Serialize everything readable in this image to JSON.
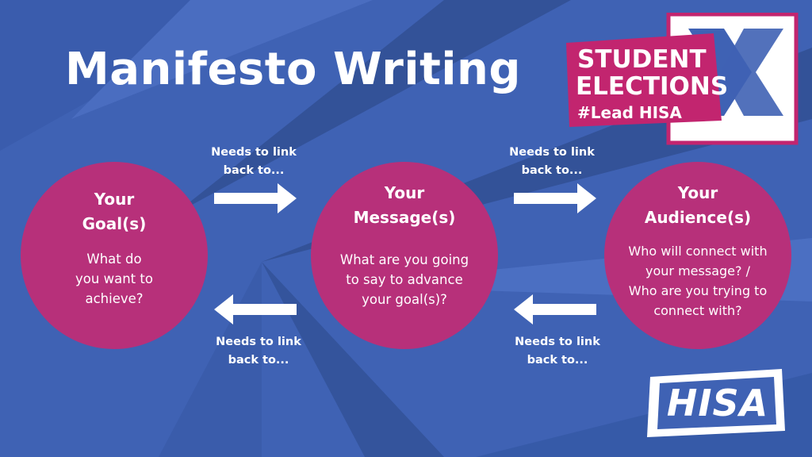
{
  "slide": {
    "title": "Manifesto Writing"
  },
  "circles": [
    {
      "heading_lines": [
        "Your",
        "Goal(s)"
      ],
      "body_lines": [
        "What do",
        "you want to",
        "achieve?"
      ]
    },
    {
      "heading_lines": [
        "Your",
        "Message(s)"
      ],
      "body_lines": [
        "What are you going",
        "to say to advance",
        "your goal(s)?"
      ]
    },
    {
      "heading_lines": [
        "Your",
        "Audience(s)"
      ],
      "body_lines": [
        "Who will connect with",
        "your message? /",
        "Who are you trying to",
        "connect with?"
      ]
    }
  ],
  "links": [
    {
      "direction": "right",
      "label_lines": [
        "Needs to link",
        "back to..."
      ]
    },
    {
      "direction": "right",
      "label_lines": [
        "Needs to link",
        "back to..."
      ]
    },
    {
      "direction": "left",
      "label_lines": [
        "Needs to link",
        "back to..."
      ]
    },
    {
      "direction": "left",
      "label_lines": [
        "Needs to link",
        "back to..."
      ]
    }
  ],
  "elections_logo": {
    "lines": [
      "STUDENT",
      "ELECTIONS",
      "#Lead HISA"
    ]
  },
  "hisa_logo": {
    "text": "HISA"
  },
  "colors": {
    "background": "#3f62b4",
    "circle": "#b7307a",
    "logo_magenta": "#c2256f",
    "text": "#ffffff"
  }
}
